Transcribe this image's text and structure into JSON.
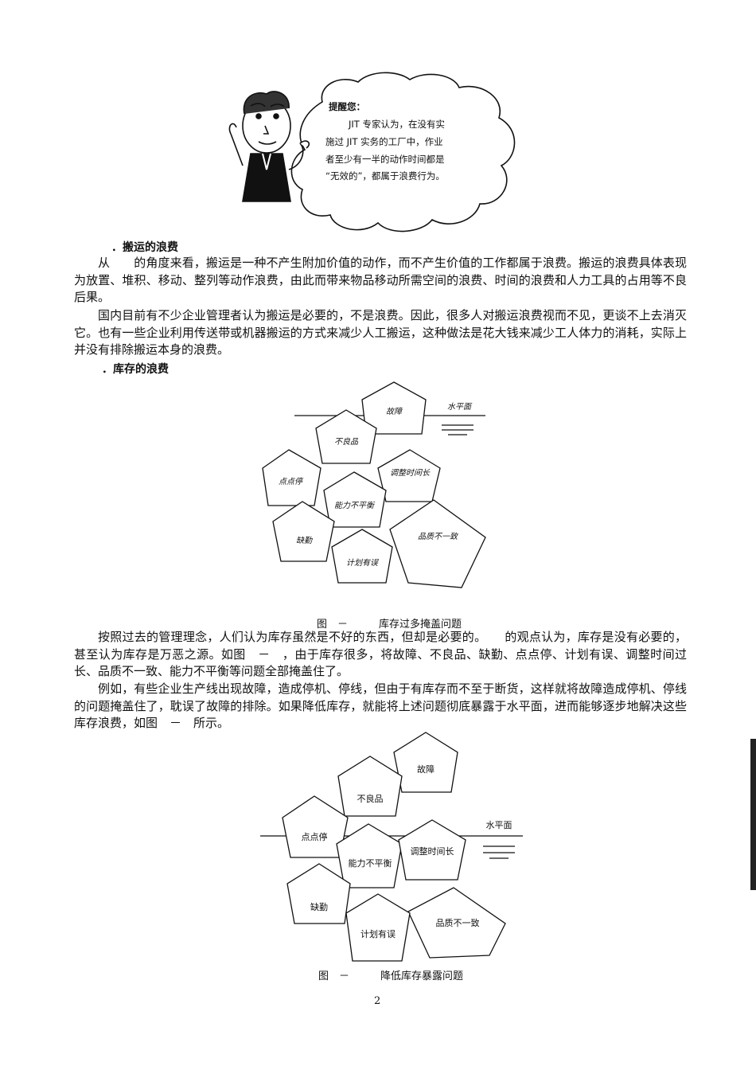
{
  "reminder": {
    "title": "提醒您：",
    "lines": [
      "JIT 专家认为，在没有实",
      "施过 JIT 实务的工厂中，作业",
      "者至少有一半的动作时间都是",
      "“无效的”，都属于浪费行为。"
    ]
  },
  "sections": {
    "transport": {
      "heading": "．搬运的浪费",
      "p1": "从　　的角度来看，搬运是一种不产生附加价值的动作，而不产生价值的工作都属于浪费。搬运的浪费具体表现为放置、堆积、移动、整列等动作浪费，由此而带来物品移动所需空间的浪费、时间的浪费和人力工具的占用等不良后果。",
      "p2": "国内目前有不少企业管理者认为搬运是必要的，不是浪费。因此，很多人对搬运浪费视而不见，更谈不上去消灭它。也有一些企业利用传送带或机器搬运的方式来减少人工搬运，这种做法是花大钱来减少工人体力的消耗，实际上并没有排除搬运本身的浪费。"
    },
    "inventory": {
      "heading": "．库存的浪费",
      "p1": "按照过去的管理理念，人们认为库存虽然是不好的东西，但却是必要的。　　的观点认为，库存是没有必要的，甚至认为库存是万恶之源。如图　－　，由于库存很多，将故障、不良品、缺勤、点点停、计划有误、调整时间过长、品质不一致、能力不平衡等问题全部掩盖住了。",
      "p2": "例如，有些企业生产线出现故障，造成停机、停线，但由于有库存而不至于断货，这样就将故障造成停机、停线的问题掩盖住了，耽误了故障的排除。如果降低库存，就能将上述问题彻底暴露于水平面，进而能够逐步地解决这些库存浪费，如图　－　所示。"
    }
  },
  "figure1": {
    "caption": "图　－　　　库存过多掩盖问题",
    "water_label": "水平面",
    "labels": [
      "故障",
      "不良品",
      "调整时间长",
      "点点停",
      "能力不平衡",
      "缺勤",
      "品质不一致",
      "计划有误"
    ]
  },
  "figure2": {
    "caption": "图　－　　　降低库存暴露问题",
    "water_label": "水平面",
    "labels": [
      "故障",
      "不良品",
      "点点停",
      "能力不平衡",
      "调整时间长",
      "缺勤",
      "品质不一致",
      "计划有误"
    ]
  },
  "page_number": "2"
}
